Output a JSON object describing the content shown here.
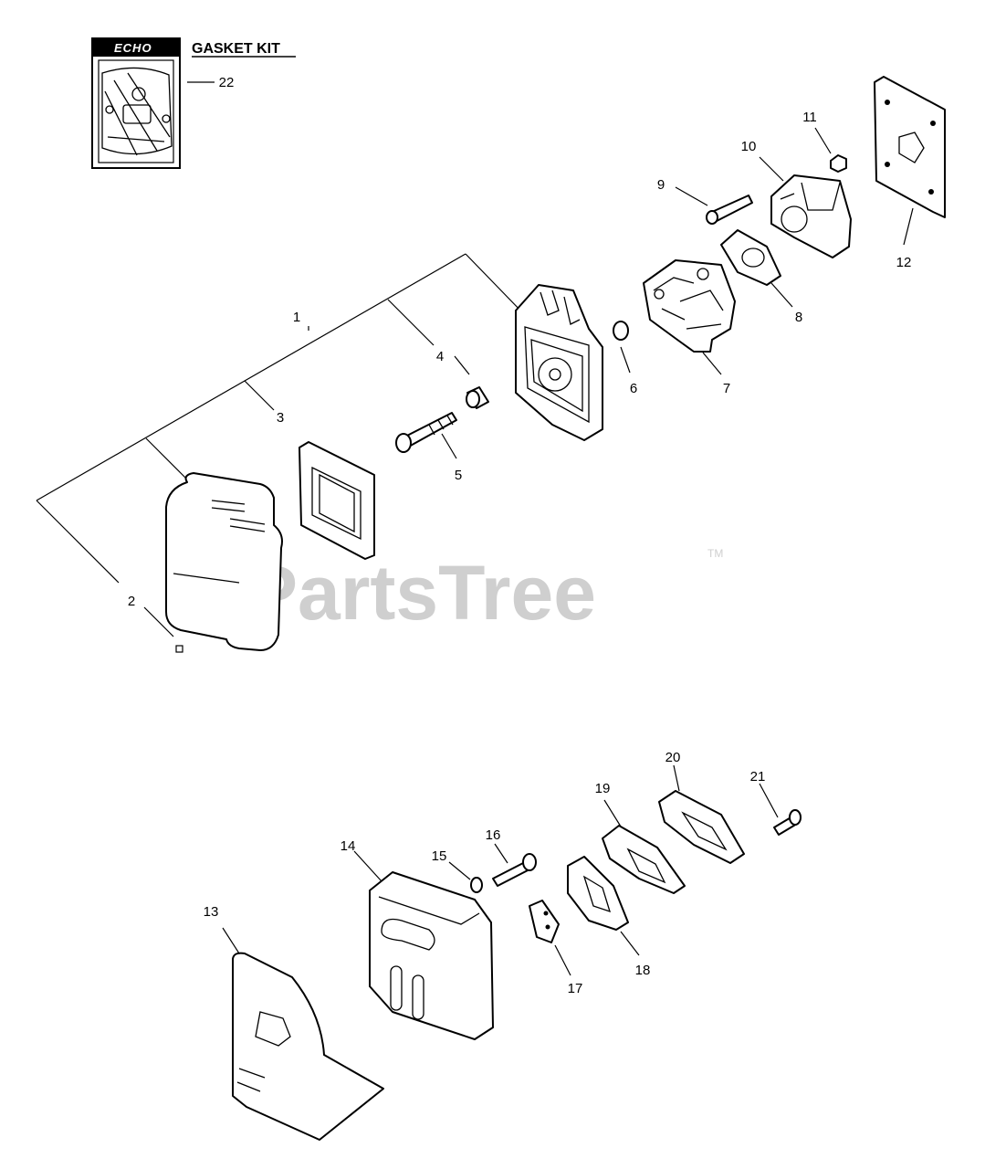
{
  "gasket_kit": {
    "brand": "ECHO",
    "title": "GASKET KIT",
    "ref": "22"
  },
  "watermark": {
    "text": "PartsTree",
    "tm": "TM"
  },
  "callouts": {
    "c1": "1",
    "c2": "2",
    "c3": "3",
    "c4": "4",
    "c5": "5",
    "c6": "6",
    "c7": "7",
    "c8": "8",
    "c9": "9",
    "c10": "10",
    "c11": "11",
    "c12": "12",
    "c13": "13",
    "c14": "14",
    "c15": "15",
    "c16": "16",
    "c17": "17",
    "c18": "18",
    "c19": "19",
    "c20": "20",
    "c21": "21"
  }
}
